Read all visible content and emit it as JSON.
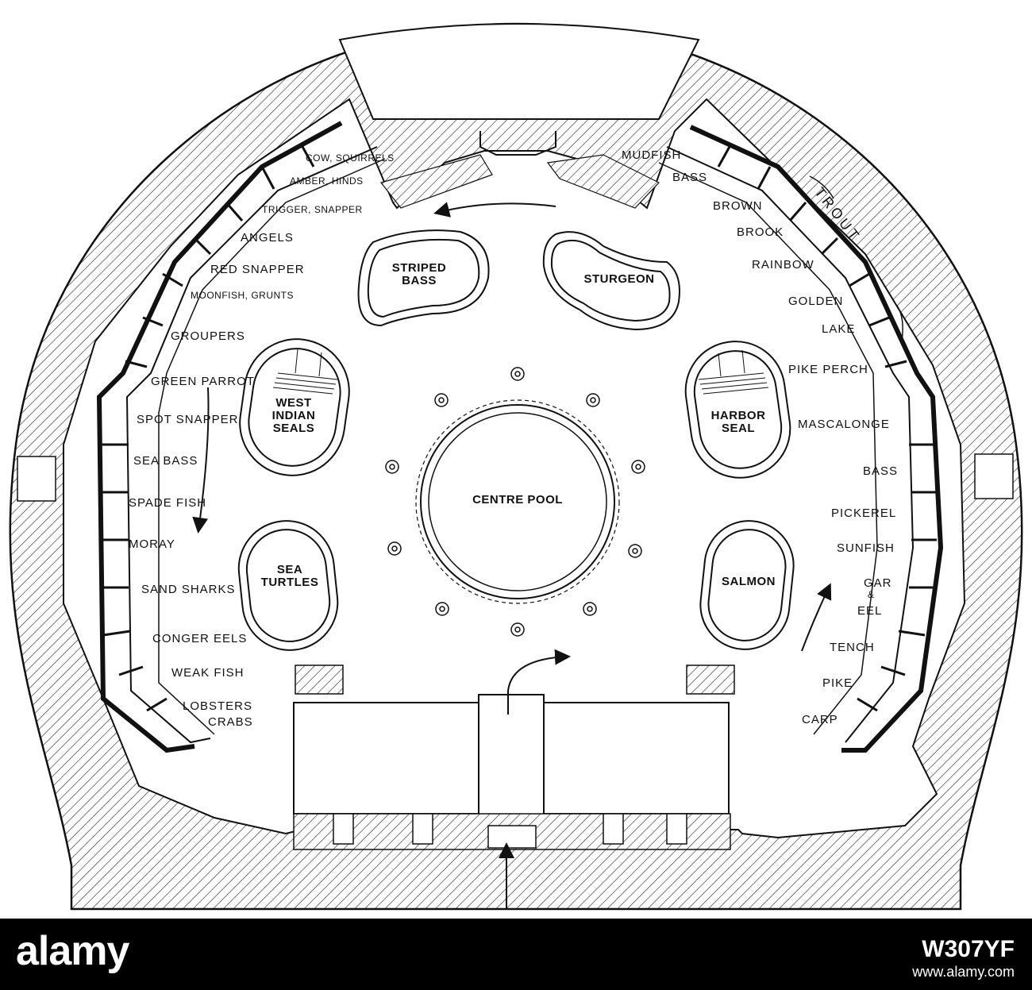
{
  "left_labels": [
    "COW, SQUIRRELS",
    "AMBER, HINDS",
    "TRIGGER, SNAPPER",
    "ANGELS",
    "RED SNAPPER",
    "MOONFISH, GRUNTS",
    "GROUPERS",
    "GREEN PARROT",
    "SPOT SNAPPER",
    "SEA BASS",
    "SPADE FISH",
    "MORAY",
    "SAND SHARKS",
    "CONGER EELS",
    "WEAK FISH",
    "LOBSTERS",
    "CRABS"
  ],
  "right_labels": [
    "MUDFISH",
    "BASS",
    "BROWN",
    "BROOK",
    "RAINBOW",
    "GOLDEN",
    "LAKE",
    "PIKE PERCH",
    "MASCALONGE",
    "BASS",
    "PICKEREL",
    "SUNFISH",
    "GAR",
    "&",
    "EEL",
    "TENCH",
    "PIKE",
    "CARP"
  ],
  "trout_label": "TROUT",
  "pools": {
    "striped_bass": [
      "STRIPED",
      "BASS"
    ],
    "sturgeon": [
      "STURGEON"
    ],
    "west_indian_seals": [
      "WEST",
      "INDIAN",
      "SEALS"
    ],
    "harbor_seal": [
      "HARBOR",
      "SEAL"
    ],
    "centre_pool": [
      "CENTRE POOL"
    ],
    "sea_turtles": [
      "SEA",
      "TURTLES"
    ],
    "salmon": [
      "SALMON"
    ]
  },
  "watermark": {
    "logo": "alamy",
    "image_id": "W307YF",
    "url": "www.alamy.com"
  },
  "colors": {
    "ink": "#111111",
    "paper": "#ffffff",
    "footer": "#000000"
  }
}
